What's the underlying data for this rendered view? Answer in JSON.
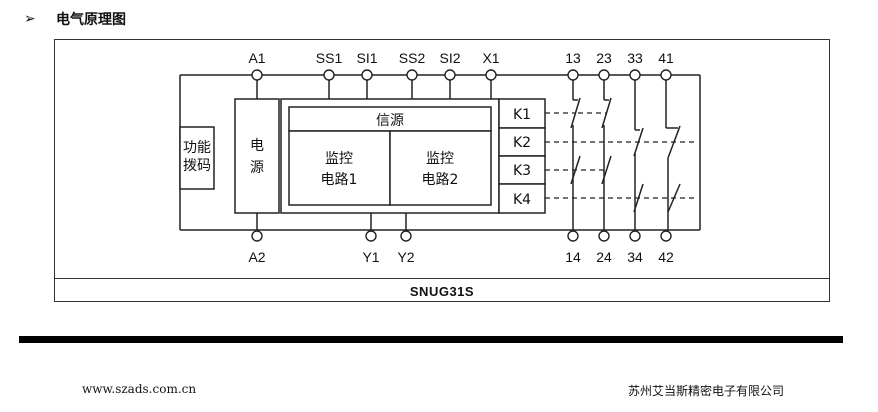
{
  "header": {
    "bullet": "➢",
    "title": "电气原理图"
  },
  "diagram": {
    "top_terminals": [
      "A1",
      "SS1",
      "SI1",
      "SS2",
      "SI2",
      "X1",
      "13",
      "23",
      "33",
      "41"
    ],
    "bottom_terminals": [
      "A2",
      "Y1",
      "Y2",
      "14",
      "24",
      "34",
      "42"
    ],
    "function_switch": [
      "功能",
      "拨码"
    ],
    "power_block": [
      "电",
      "源"
    ],
    "signal_source": "信源",
    "monitor_1": [
      "监控",
      "电路1"
    ],
    "monitor_2": [
      "监控",
      "电路2"
    ],
    "relays": [
      "K1",
      "K2",
      "K3",
      "K4"
    ]
  },
  "caption": "SNUG31S",
  "footer": {
    "url": "www.szads.com.cn",
    "company": "苏州艾当斯精密电子有限公司"
  }
}
